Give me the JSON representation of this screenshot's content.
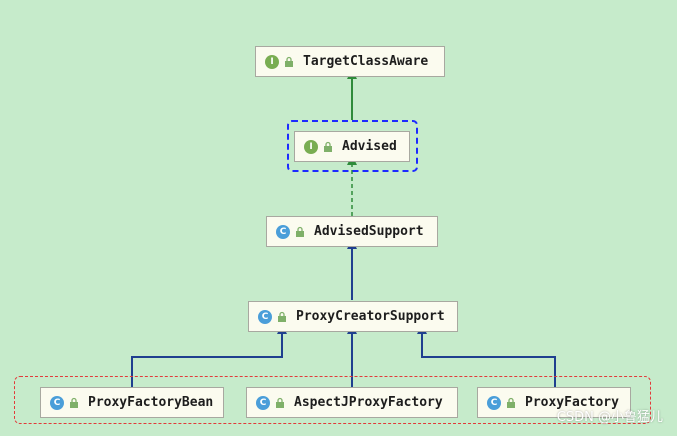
{
  "diagram": {
    "nodes": [
      {
        "id": "target-class-aware",
        "label": "TargetClassAware",
        "kind": "I"
      },
      {
        "id": "advised",
        "label": "Advised",
        "kind": "I"
      },
      {
        "id": "advised-support",
        "label": "AdvisedSupport",
        "kind": "C"
      },
      {
        "id": "proxy-creator-support",
        "label": "ProxyCreatorSupport",
        "kind": "C"
      },
      {
        "id": "proxy-factory-bean",
        "label": "ProxyFactoryBean",
        "kind": "C"
      },
      {
        "id": "aspectj-proxy-factory",
        "label": "AspectJProxyFactory",
        "kind": "C"
      },
      {
        "id": "proxy-factory",
        "label": "ProxyFactory",
        "kind": "C"
      }
    ],
    "edges": [
      {
        "from": "advised",
        "to": "target-class-aware",
        "type": "extends-interface"
      },
      {
        "from": "advised-support",
        "to": "advised",
        "type": "implements"
      },
      {
        "from": "proxy-creator-support",
        "to": "advised-support",
        "type": "extends"
      },
      {
        "from": "proxy-factory-bean",
        "to": "proxy-creator-support",
        "type": "extends"
      },
      {
        "from": "aspectj-proxy-factory",
        "to": "proxy-creator-support",
        "type": "extends"
      },
      {
        "from": "proxy-factory",
        "to": "proxy-creator-support",
        "type": "extends"
      }
    ],
    "colors": {
      "background": "#c6ebcb",
      "interface_edge": "#2e8b3a",
      "class_edge": "#1f3f8f",
      "highlight_border": "#1d2bff",
      "group_border": "#e23a3a"
    }
  },
  "watermark": "CSDN @小鲁猛儿"
}
